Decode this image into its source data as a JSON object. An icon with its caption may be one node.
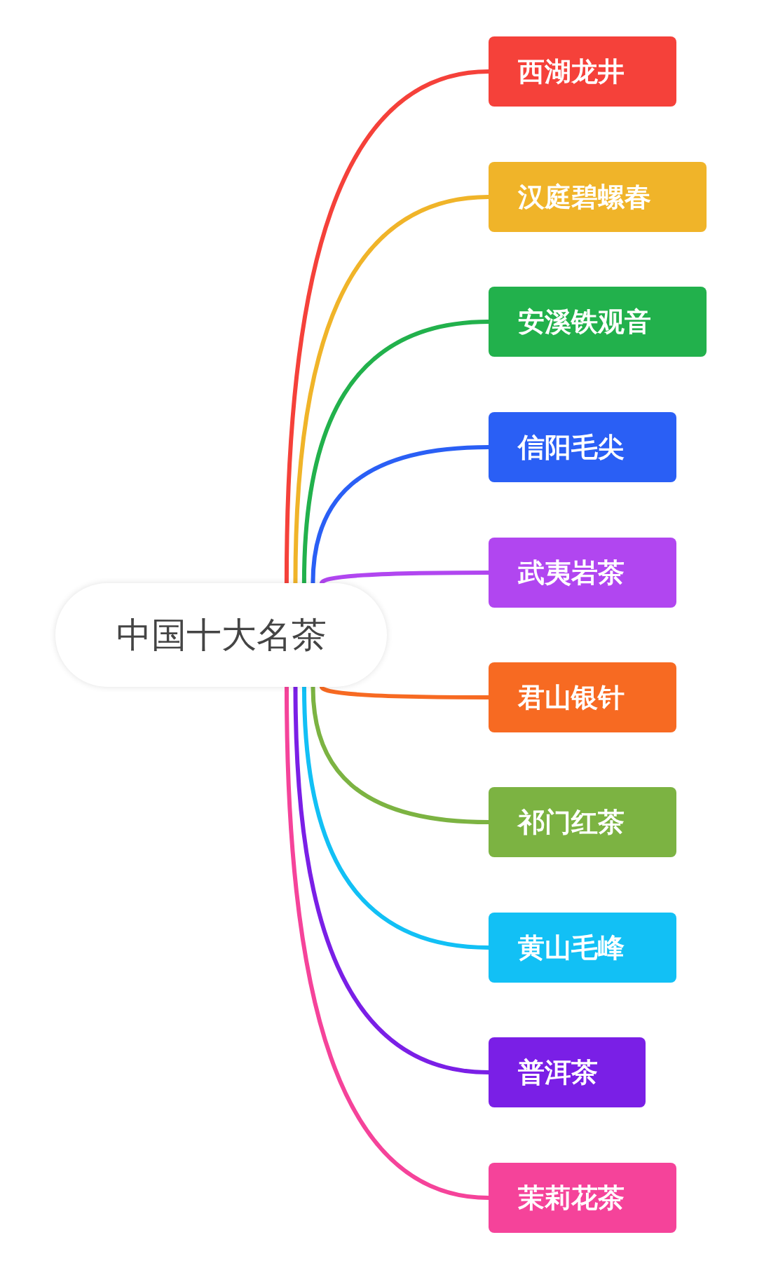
{
  "diagram": {
    "nodes": [
      {
        "text": [
          "中国十大名茶"
        ]
      },
      {
        "text": [
          "西湖龙井"
        ]
      },
      {
        "text": [
          "汉庭碧螺春"
        ]
      },
      {
        "text": [
          "安溪铁观音"
        ]
      },
      {
        "text": [
          "信阳毛尖"
        ]
      },
      {
        "text": [
          "武夷岩茶"
        ]
      },
      {
        "text": [
          "君山银针"
        ]
      },
      {
        "text": [
          "祁门红茶"
        ]
      },
      {
        "text": [
          "黄山毛峰"
        ]
      },
      {
        "text": [
          "普洱茶"
        ]
      },
      {
        "text": [
          "茉莉花茶"
        ]
      }
    ],
    "edges": [
      {
        "from": 0,
        "to": 1,
        "arrow": "none",
        "color": "#f5413a"
      },
      {
        "from": 0,
        "to": 2,
        "arrow": "none",
        "color": "#f0b429"
      },
      {
        "from": 0,
        "to": 3,
        "arrow": "none",
        "color": "#22b14c"
      },
      {
        "from": 0,
        "to": 4,
        "arrow": "none",
        "color": "#2a5ff5"
      },
      {
        "from": 0,
        "to": 5,
        "arrow": "none",
        "color": "#b146f0"
      },
      {
        "from": 0,
        "to": 6,
        "arrow": "none",
        "color": "#f76a22"
      },
      {
        "from": 0,
        "to": 7,
        "arrow": "none",
        "color": "#7cb342"
      },
      {
        "from": 0,
        "to": 8,
        "arrow": "none",
        "color": "#12c0f5"
      },
      {
        "from": 0,
        "to": 9,
        "arrow": "none",
        "color": "#7a1fe6"
      },
      {
        "from": 0,
        "to": 10,
        "arrow": "none",
        "color": "#f5439a"
      }
    ]
  }
}
